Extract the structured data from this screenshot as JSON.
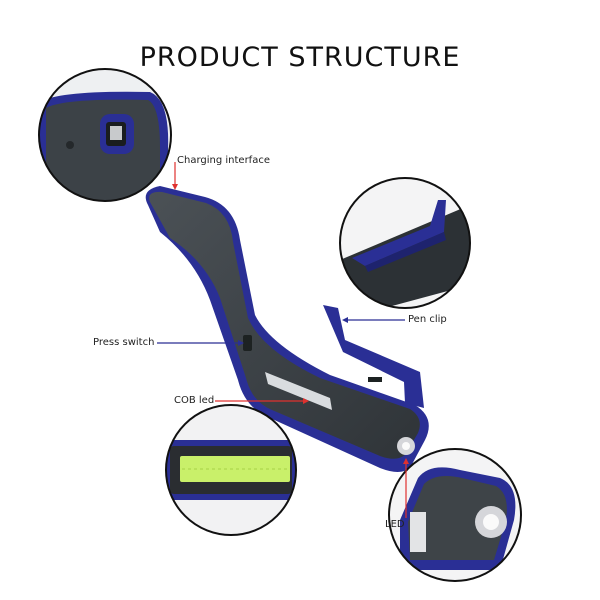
{
  "title": "PRODUCT STRUCTURE",
  "callouts": {
    "charging_interface": "Charging interface",
    "pen_clip": "Pen clip",
    "press_switch": "Press switch",
    "cob_led": "COB led",
    "led": "LED"
  },
  "colors": {
    "body_blue": "#2a2f95",
    "body_gray": "#3e4448",
    "line_red": "#e0312e",
    "line_blue": "#2a2f95",
    "cob_yellow": "#c9f06a"
  },
  "icons": [
    "usb-port-icon",
    "led-lens-icon"
  ]
}
